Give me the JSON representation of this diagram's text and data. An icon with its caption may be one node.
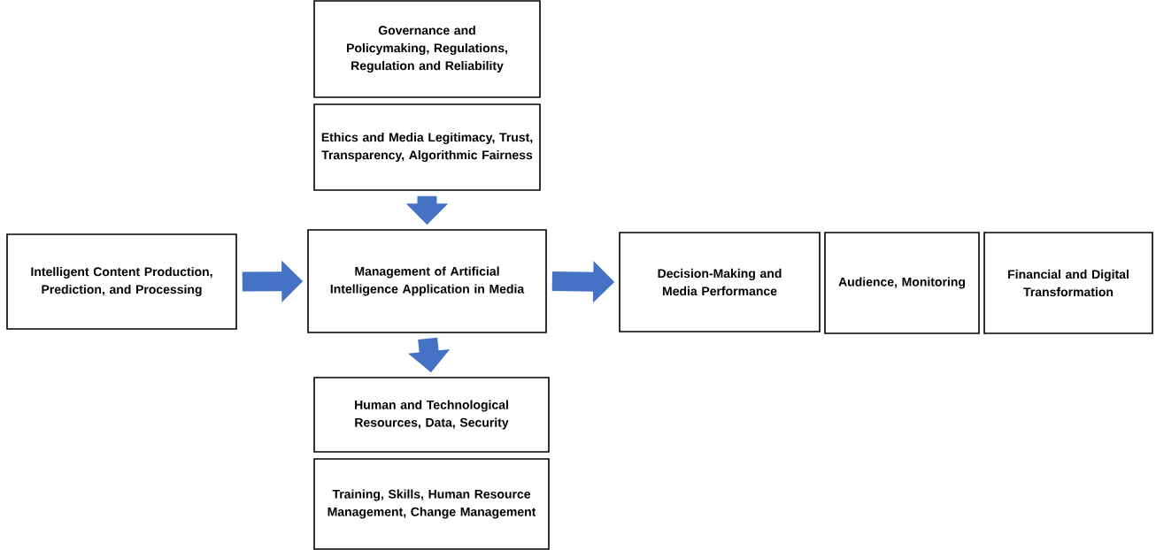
{
  "diagram": {
    "nodes": [
      {
        "text": [
          "Governance and Policymaking, Regulations, Regulation and Reliability"
        ]
      },
      {
        "text": [
          "Ethics and Media Legitimacy, Trust, Transparency, Algorithmic Fairness"
        ]
      },
      {
        "text": [
          "Intelligent Content Production, Prediction, and Processing"
        ]
      },
      {
        "text": [
          "Management of Artificial Intelligence Application in Media"
        ]
      },
      {
        "text": [
          "Decision-Making and Media Performance"
        ]
      },
      {
        "text": [
          "Audience, Monitoring"
        ]
      },
      {
        "text": [
          "Financial and Digital Transformation"
        ]
      },
      {
        "text": [
          "Human and Technological Resources, Data, Security"
        ]
      },
      {
        "text": [
          "Training, Skills, Human Resource Management, Change Management"
        ]
      }
    ],
    "edges": [
      {
        "from": 1,
        "to": 3,
        "arrow": "to"
      },
      {
        "from": 2,
        "to": 3,
        "arrow": "to"
      },
      {
        "from": 3,
        "to": 4,
        "arrow": "to"
      },
      {
        "from": 3,
        "to": 7,
        "arrow": "to"
      }
    ]
  }
}
